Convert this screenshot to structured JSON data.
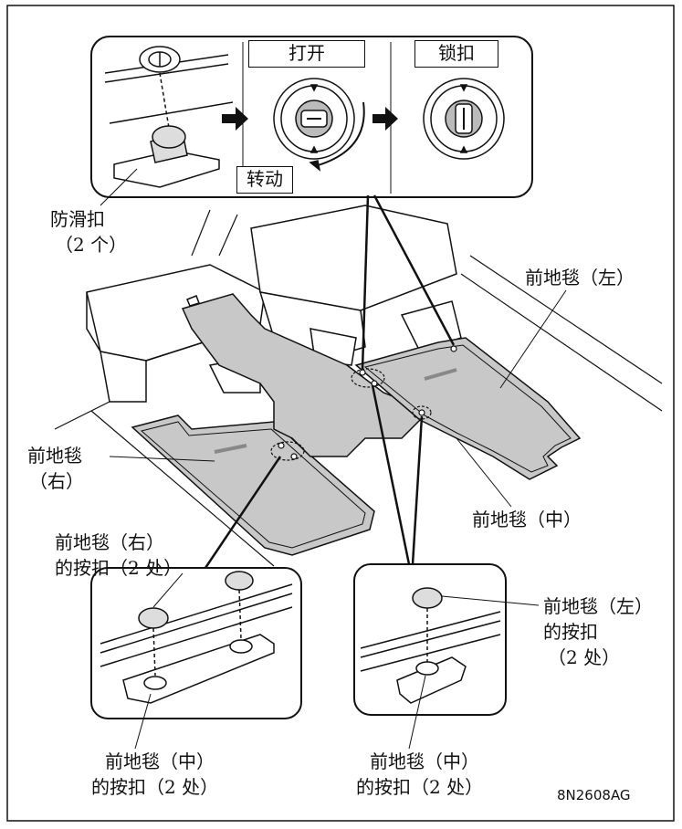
{
  "labels": {
    "open": "打开",
    "lock": "锁扣",
    "rotate": "转动",
    "anti_slip_1": "防滑扣",
    "anti_slip_2": "（2 个）",
    "front_mat_left": "前地毯（左）",
    "front_mat_right_1": "前地毯",
    "front_mat_right_2": "（右）",
    "front_mat_center": "前地毯（中）",
    "right_clip_1": "前地毯（右）",
    "right_clip_2": "的按扣（2 处）",
    "left_clip_1": "前地毯（左）",
    "left_clip_2": "的按扣",
    "left_clip_3": "（2 处）",
    "center_clip_a1": "前地毯（中）",
    "center_clip_a2": "的按扣（2 处）",
    "center_clip_b1": "前地毯（中）",
    "center_clip_b2": "的按扣（2 处）",
    "figure_code": "8N2608AG"
  },
  "colors": {
    "mat_fill": "#c8c8c8",
    "line": "#111111",
    "background": "#ffffff"
  }
}
